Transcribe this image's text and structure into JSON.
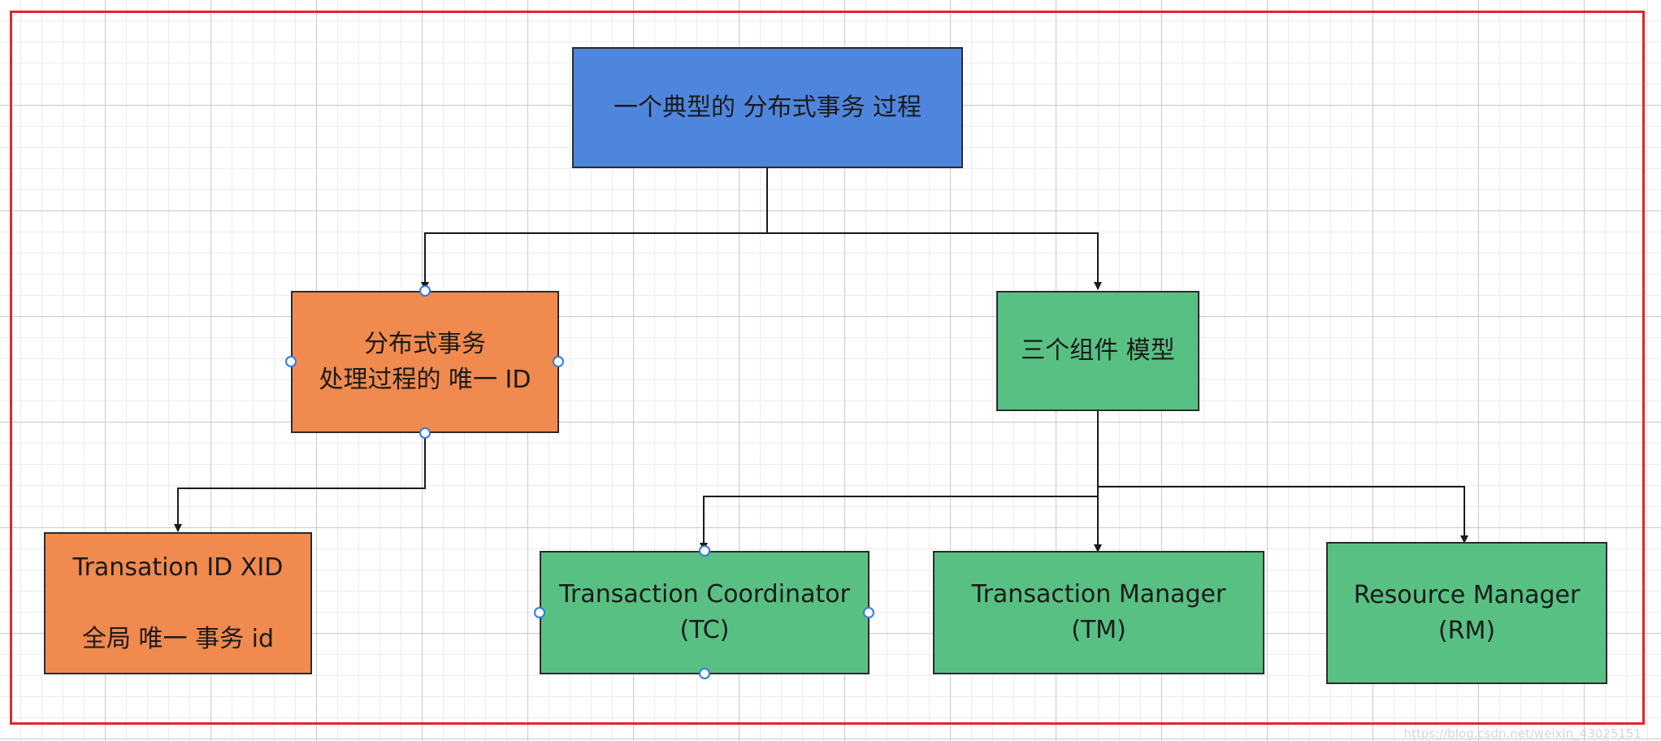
{
  "diagram": {
    "nodes": {
      "root": {
        "lines": [
          "一个典型的 分布式事务 过程"
        ]
      },
      "xid_concept": {
        "lines": [
          "分布式事务",
          "处理过程的 唯一 ID"
        ]
      },
      "components": {
        "lines": [
          "三个组件 模型"
        ]
      },
      "xid": {
        "lines": [
          "Transation ID XID",
          "全局 唯一 事务 id"
        ]
      },
      "tc": {
        "lines": [
          "Transaction Coordinator",
          "(TC)"
        ]
      },
      "tm": {
        "lines": [
          "Transaction Manager",
          "(TM)"
        ]
      },
      "rm": {
        "lines": [
          "Resource Manager",
          "(RM)"
        ]
      }
    },
    "edges": [
      {
        "from": "root",
        "to": "xid_concept"
      },
      {
        "from": "root",
        "to": "components"
      },
      {
        "from": "xid_concept",
        "to": "xid"
      },
      {
        "from": "components",
        "to": "tc"
      },
      {
        "from": "components",
        "to": "tm"
      },
      {
        "from": "components",
        "to": "rm"
      }
    ],
    "colors": {
      "root": "#4f86dd",
      "xid_concept": "#f08a4f",
      "xid": "#f08a4f",
      "components": "#58c083",
      "tc": "#58c083",
      "tm": "#58c083",
      "rm": "#58c083",
      "frame": "#e0282a",
      "selection_handle": "#2f7be6"
    }
  },
  "watermark": "https://blog.csdn.net/weixin_43025151"
}
